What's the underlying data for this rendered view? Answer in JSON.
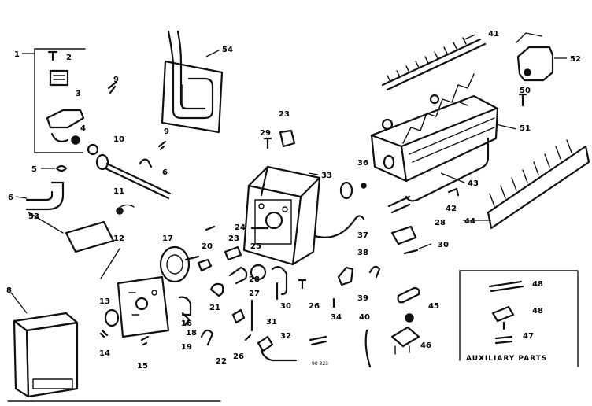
{
  "callouts": {
    "c1": "1",
    "c2": "2",
    "c3": "3",
    "c4": "4",
    "c5": "5",
    "c6": "6",
    "c8": "8",
    "c9": "9",
    "c10": "10",
    "c11": "11",
    "c12": "12",
    "c13": "13",
    "c14": "14",
    "c15": "15",
    "c16": "16",
    "c17": "17",
    "c18": "18",
    "c19": "19",
    "c20": "20",
    "c21": "21",
    "c22": "22",
    "c23a": "23",
    "c23b": "23",
    "c24": "24",
    "c25": "25",
    "c26a": "26",
    "c26b": "26",
    "c27": "27",
    "c28a": "28",
    "c28b": "28",
    "c29": "29",
    "c30a": "30",
    "c30b": "30",
    "c31": "31",
    "c32": "32",
    "c33": "33",
    "c34": "34",
    "c36": "36",
    "c37": "37",
    "c38": "38",
    "c39": "39",
    "c40": "40",
    "c41": "41",
    "c42": "42",
    "c43": "43",
    "c44": "44",
    "c45": "45",
    "c46": "46",
    "c47": "47",
    "c48a": "48",
    "c48b": "48",
    "c50": "50",
    "c51": "51",
    "c52": "52",
    "c53": "53",
    "c54": "54",
    "c6b": "6"
  },
  "auxiliary_box": {
    "label": "AUXILIARY PARTS"
  },
  "diagram_code": "90 323"
}
